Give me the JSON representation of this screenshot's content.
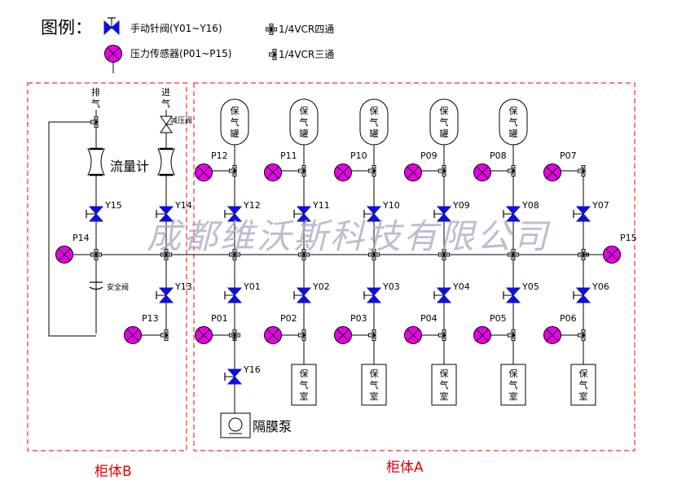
{
  "legend": {
    "title": "图例：",
    "valve_label": "手动针阀(Y01~Y16)",
    "sensor_label": "压力传感器(P01~P15)",
    "cross_label": "1/4VCR四通",
    "tee_label": "1/4VCR三通"
  },
  "cabinet_b": {
    "label": "柜体B",
    "exhaust_label": [
      "排",
      "气"
    ],
    "inlet_label": [
      "进",
      "气"
    ],
    "reducer_label": "减压阀",
    "flowmeter_label": "流量计",
    "safety_label": "安全阀",
    "valves": [
      "Y15",
      "Y14",
      "Y13"
    ],
    "sensors": [
      "P14",
      "P13"
    ]
  },
  "cabinet_a": {
    "label": "柜体A",
    "tank_text": [
      "保",
      "气",
      "罐"
    ],
    "chamber_text": [
      "保",
      "气",
      "室"
    ],
    "pump_label": "隔膜泵",
    "top_sensors": [
      "P12",
      "P11",
      "P10",
      "P09",
      "P08",
      "P07"
    ],
    "top_valves": [
      "Y12",
      "Y11",
      "Y10",
      "Y09",
      "Y08",
      "Y07"
    ],
    "bottom_valves": [
      "Y01",
      "Y02",
      "Y03",
      "Y04",
      "Y05",
      "Y06"
    ],
    "bottom_sensors": [
      "P01",
      "P02",
      "P03",
      "P04",
      "P05",
      "P06"
    ],
    "pump_valve": "Y16",
    "right_sensor": "P15"
  },
  "watermark": "成都维沃斯科技有限公司",
  "colors": {
    "valve": "#1010d8",
    "sensor_fill": "#e800e8",
    "border": "#ff2a2a",
    "watermark": "#a8a8c0",
    "line": "#000000"
  }
}
